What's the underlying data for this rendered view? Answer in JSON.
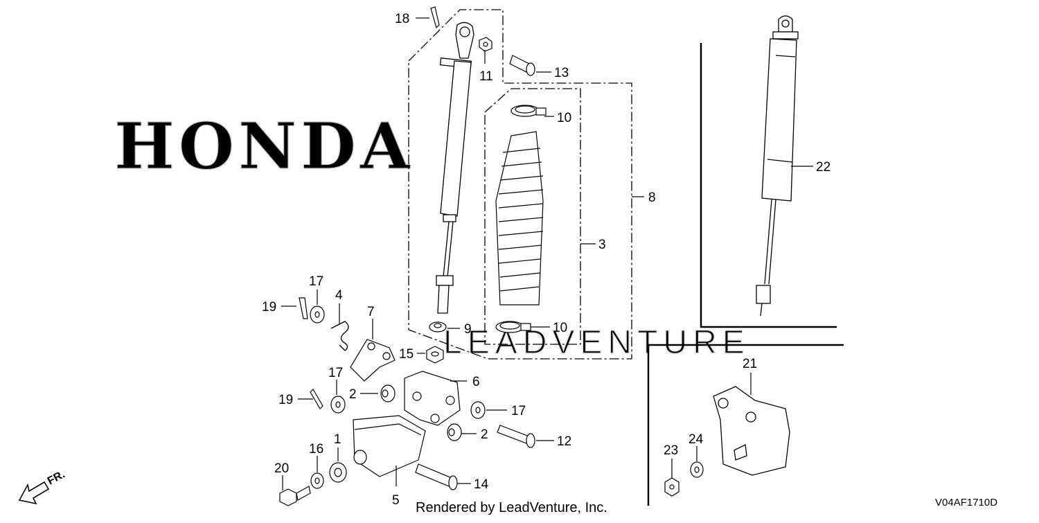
{
  "watermark": {
    "brand": "HONDA",
    "text": "LEADVENTURE"
  },
  "footer": {
    "rendered_by": "Rendered by LeadVenture, Inc.",
    "diagram_code": "V04AF1710D",
    "direction_label": "FR."
  },
  "callouts": {
    "c1": "1",
    "c2a": "2",
    "c2b": "2",
    "c3": "3",
    "c4": "4",
    "c5": "5",
    "c6": "6",
    "c7": "7",
    "c8": "8",
    "c9": "9",
    "c10a": "10",
    "c10b": "10",
    "c11": "11",
    "c12": "12",
    "c13": "13",
    "c14": "14",
    "c15": "15",
    "c16": "16",
    "c17a": "17",
    "c17b": "17",
    "c17c": "17",
    "c18": "18",
    "c19a": "19",
    "c19b": "19",
    "c20": "20",
    "c21": "21",
    "c22": "22",
    "c23": "23",
    "c24": "24"
  },
  "colors": {
    "ink": "#000000",
    "watermark": "#b9b9b9",
    "background": "#ffffff"
  }
}
